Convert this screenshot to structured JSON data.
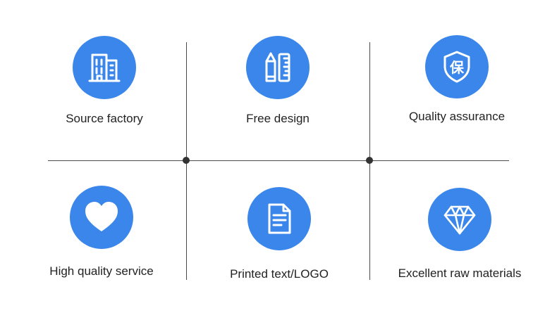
{
  "accent_color": "#3a86ea",
  "features": [
    {
      "label": "Source factory",
      "icon": "building-icon"
    },
    {
      "label": "Free design",
      "icon": "pencil-ruler-icon"
    },
    {
      "label": "Quality assurance",
      "icon": "shield-bao-icon",
      "glyph": "保"
    },
    {
      "label": "High quality service",
      "icon": "heart-icon"
    },
    {
      "label": "Printed text/LOGO",
      "icon": "document-icon"
    },
    {
      "label": "Excellent raw materials",
      "icon": "diamond-icon"
    }
  ]
}
